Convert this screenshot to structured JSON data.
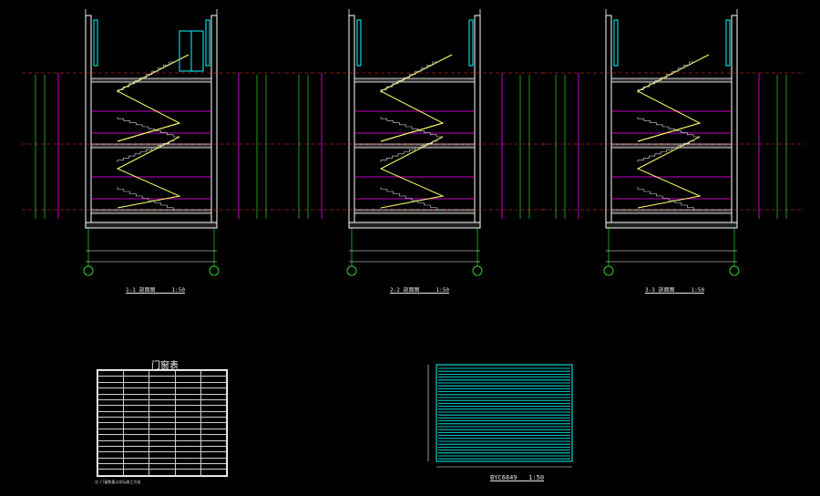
{
  "drawing": {
    "colors": {
      "background": "#000000",
      "structure": "#ffffff",
      "stair": "#ffff66",
      "dimension": "#ff00ff",
      "level_line": "#ff3333",
      "window": "#00ffff",
      "grid_line": "#33ff33"
    },
    "sections": [
      {
        "title": "1-1 剖面图",
        "scale": "1:50"
      },
      {
        "title": "2-2 剖面图",
        "scale": "1:50"
      },
      {
        "title": "3-3 剖面图",
        "scale": "1:50"
      }
    ],
    "door_schedule": {
      "title": "门窗表",
      "note": "注:门窗数量以实际施工为准"
    },
    "door_detail": {
      "title": "BYC6849",
      "scale": "1:50"
    }
  }
}
